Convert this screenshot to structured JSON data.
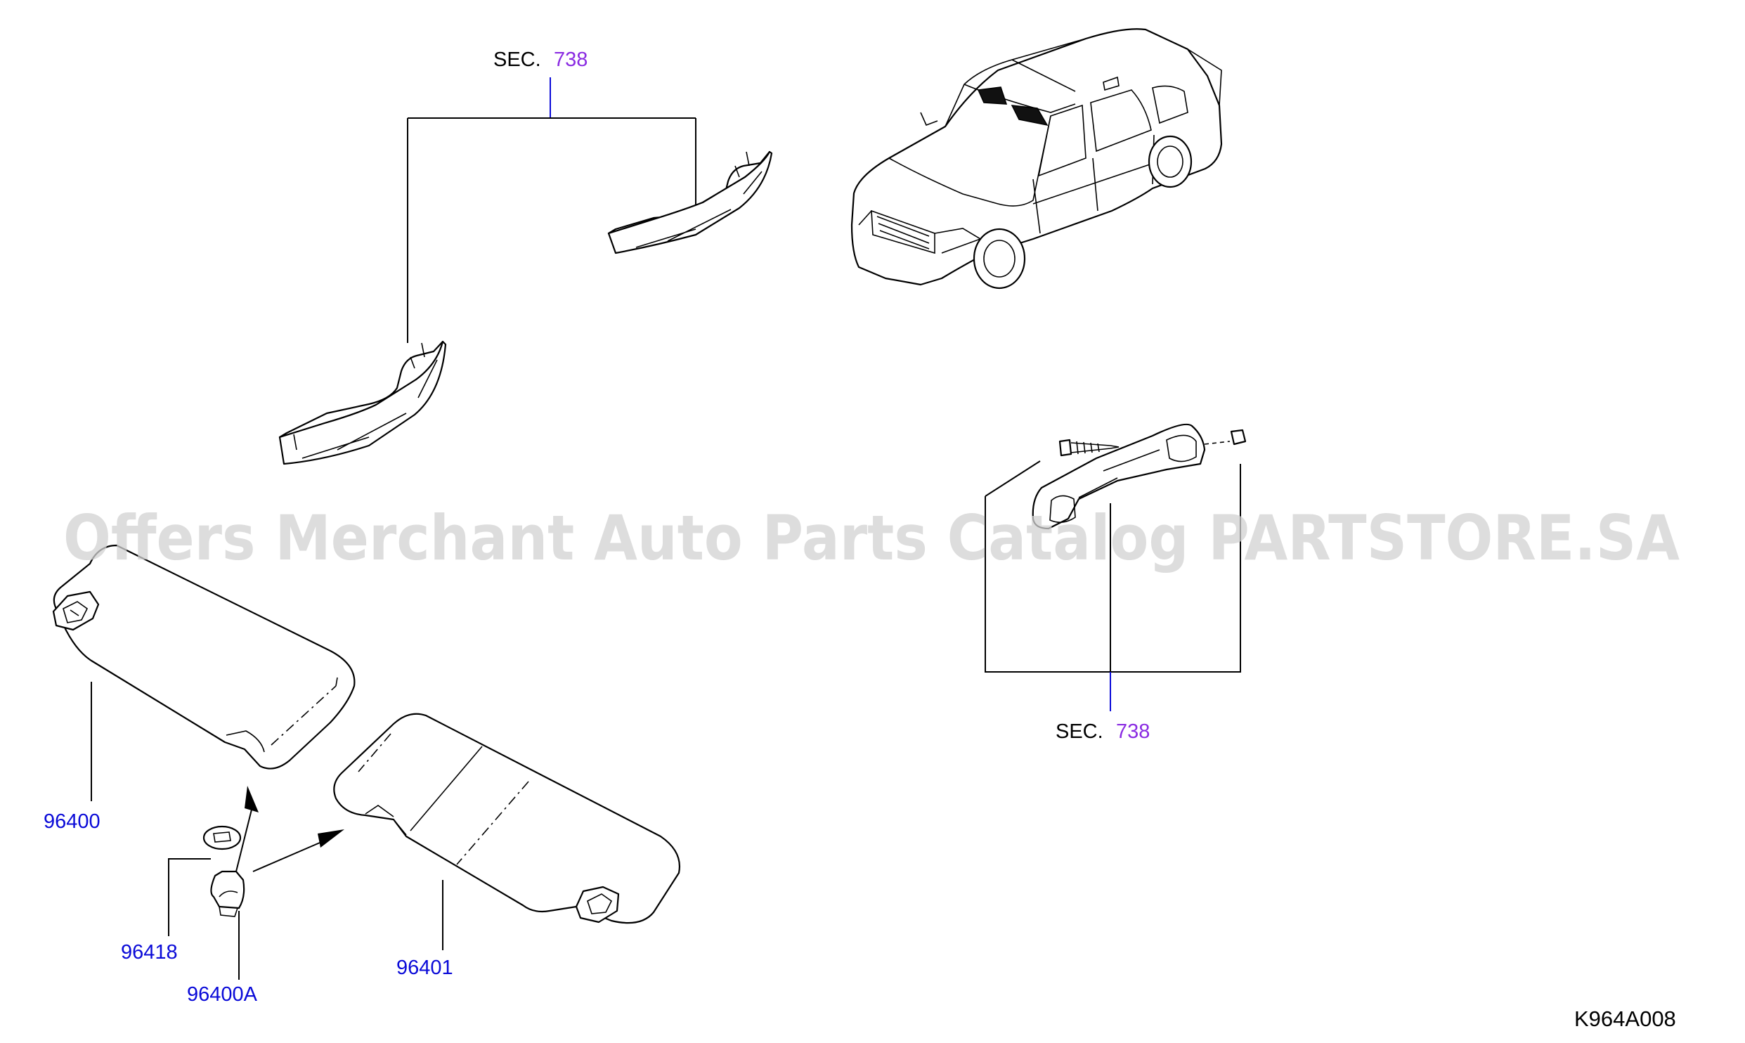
{
  "diagram": {
    "sections": [
      {
        "prefix": "SEC.",
        "number": "738"
      },
      {
        "prefix": "SEC.",
        "number": "738"
      }
    ],
    "part_numbers": [
      "96400",
      "96418",
      "96400A",
      "96401"
    ],
    "drawing_code": "K964A008",
    "watermark": "Offers Merchant Auto Parts Catalog PARTSTORE.SA",
    "colors": {
      "part_link": "#0a0ad8",
      "section_link": "#8a2be2",
      "line": "#000000"
    }
  }
}
